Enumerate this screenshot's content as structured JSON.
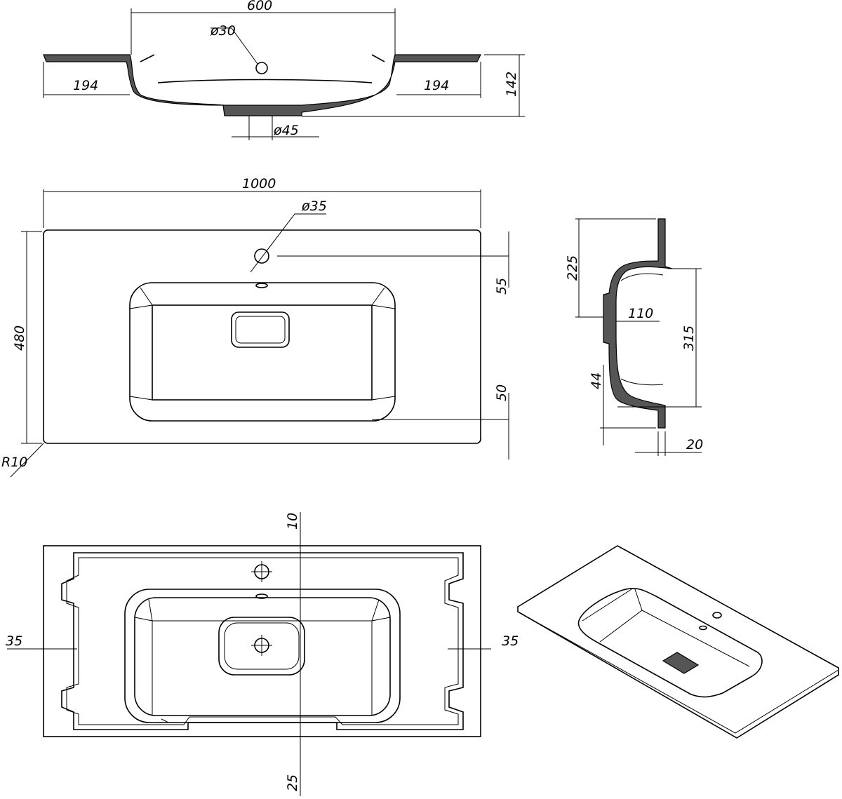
{
  "section_front": {
    "width": "600",
    "tap_hole": "ø30",
    "left_ledge": "194",
    "right_ledge": "194",
    "height": "142",
    "drain": "ø45"
  },
  "plan_top": {
    "length": "1000",
    "tap_hole": "ø35",
    "depth": "480",
    "offset_top": "55",
    "offset_bottom": "50",
    "radius": "R10"
  },
  "section_side": {
    "height_upper": "225",
    "drain_offset": "110",
    "depth": "315",
    "bottom": "44",
    "thickness": "20"
  },
  "plan_bottom": {
    "top_margin": "10",
    "left_margin": "35",
    "right_margin": "35",
    "bottom_margin": "25"
  }
}
